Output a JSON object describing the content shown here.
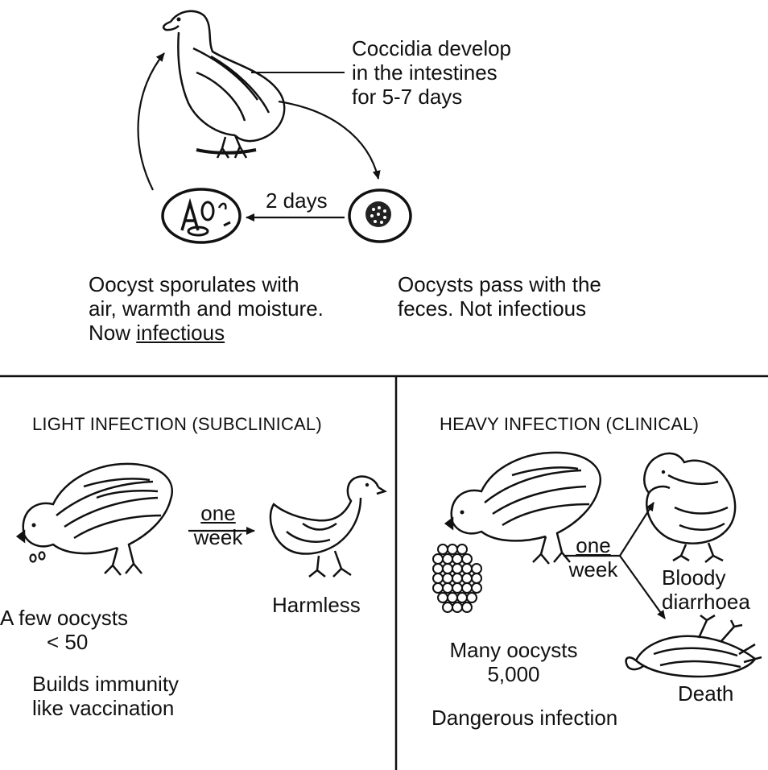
{
  "cycle": {
    "develop_line1": "Coccidia develop",
    "develop_line2": "in the intestines",
    "develop_line3": "for 5-7 days",
    "duration_label": "2 days",
    "sporulate_line1": "Oocyst sporulates with",
    "sporulate_line2": "air, warmth and moisture.",
    "sporulate_line3_prefix": "Now ",
    "sporulate_line3_emph": "infectious",
    "pass_line1": "Oocysts pass with the",
    "pass_line2": "feces.  Not infectious"
  },
  "light_infection": {
    "heading": "LIGHT INFECTION (SUBCLINICAL)",
    "time_line1": "one",
    "time_line2": "week",
    "count_line1": "A few oocysts",
    "count_line2": "< 50",
    "outcome": "Harmless",
    "note_line1": "Builds immunity",
    "note_line2": "like vaccination"
  },
  "heavy_infection": {
    "heading": "HEAVY INFECTION (CLINICAL)",
    "time_line1": "one",
    "time_line2": "week",
    "outcome_1_line1": "Bloody",
    "outcome_1_line2": "diarrhoea",
    "outcome_2": "Death",
    "count_line1": "Many oocysts",
    "count_line2": "5,000",
    "note": "Dangerous infection"
  }
}
